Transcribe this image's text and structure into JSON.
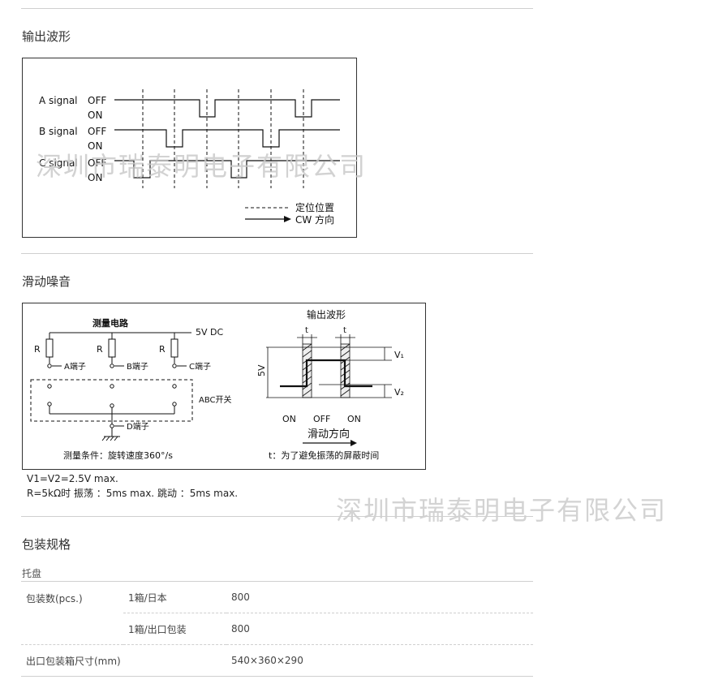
{
  "sections": {
    "output_waveform": "输出波形",
    "sliding_noise": "滑动噪音",
    "packaging": "包装规格"
  },
  "fig1": {
    "signals": [
      "A signal",
      "B signal",
      "C signal"
    ],
    "off": "OFF",
    "on": "ON",
    "legend_dashed": "定位位置",
    "legend_arrow": "CW 方向"
  },
  "fig2": {
    "circuit_title": "测量电路",
    "supply": "5V DC",
    "r": "R",
    "term_a": "A端子",
    "term_b": "B端子",
    "term_c": "C端子",
    "switch": "ABC开关",
    "term_d": "D端子",
    "condition": "测量条件：旋转速度360°/s",
    "wave_title": "输出波形",
    "t": "t",
    "v1": "V₁",
    "v2": "V₂",
    "five_v": "5V",
    "on": "ON",
    "off": "OFF",
    "direction": "滑动方向",
    "t_note": "t：为了避免振荡的屏蔽时间"
  },
  "notes": {
    "line1": "V1=V2=2.5V max.",
    "line2": "R=5kΩ时 振荡 ：5ms max. 跳动 ：5ms max."
  },
  "watermark": "深圳市瑞泰明电子有限公司",
  "packaging": {
    "subtitle": "托盘",
    "qty_label": "包装数(pcs.)",
    "row1_type": "1箱/日本",
    "row1_value": "800",
    "row2_type": "1箱/出口包装",
    "row2_value": "800",
    "box_label": "出口包装箱尺寸(mm)",
    "box_value": "540×360×290"
  }
}
